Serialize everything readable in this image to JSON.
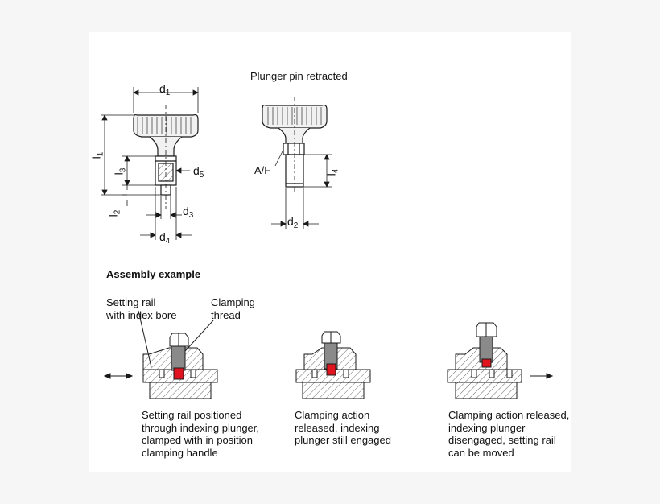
{
  "title_retracted": "Plunger pin retracted",
  "assembly_heading": "Assembly example",
  "labels": {
    "af": "A/F",
    "setting_rail": "Setting rail\nwith index bore",
    "clamping_thread": "Clamping\nthread"
  },
  "dims": {
    "d1": {
      "base": "d",
      "sub": "1"
    },
    "d2": {
      "base": "d",
      "sub": "2"
    },
    "d3": {
      "base": "d",
      "sub": "3"
    },
    "d4": {
      "base": "d",
      "sub": "4"
    },
    "d5": {
      "base": "d",
      "sub": "5"
    },
    "l1": {
      "base": "l",
      "sub": "1"
    },
    "l2": {
      "base": "l",
      "sub": "2"
    },
    "l3": {
      "base": "l",
      "sub": "3"
    },
    "l4": {
      "base": "l",
      "sub": "4"
    }
  },
  "captions": [
    "Setting rail positioned\nthrough indexing plunger,\nclamped with in position\nclamping handle",
    "Clamping action\nreleased, indexing\nplunger still engaged",
    "Clamping action released,\nindexing plunger\ndisengaged, setting rail\ncan be moved"
  ],
  "colors": {
    "accent": "#e0141e",
    "line": "#1a1a1a",
    "panel": "#ffffff",
    "background": "#f6f6f6"
  }
}
